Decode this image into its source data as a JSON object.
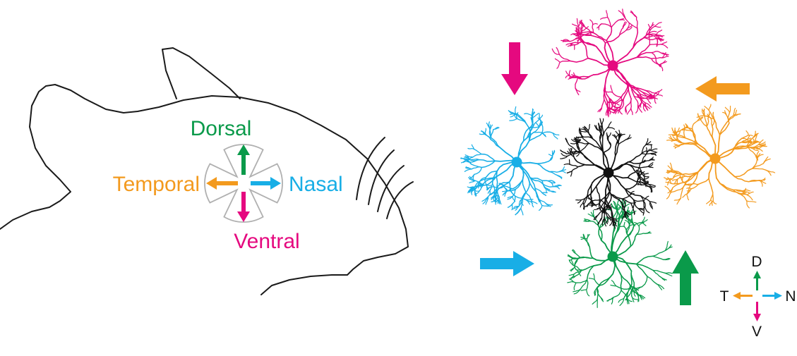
{
  "labels": {
    "dorsal": "Dorsal",
    "ventral": "Ventral",
    "temporal": "Temporal",
    "nasal": "Nasal"
  },
  "compass": {
    "d": "D",
    "v": "V",
    "t": "T",
    "n": "N"
  },
  "colors": {
    "dorsal": "#0a9a4a",
    "ventral": "#e5097f",
    "temporal": "#f39a1e",
    "nasal": "#18aee6",
    "center": "#111111",
    "outline": "#1a1a1a",
    "eye_outline": "#b0b0b0"
  },
  "cells": [
    {
      "id": "ventral-cell",
      "color_key": "ventral"
    },
    {
      "id": "nasal-cell",
      "color_key": "nasal"
    },
    {
      "id": "center-cell",
      "color_key": "center"
    },
    {
      "id": "temporal-cell",
      "color_key": "temporal"
    },
    {
      "id": "dorsal-cell",
      "color_key": "dorsal"
    }
  ],
  "icons": {
    "eye": "eye-outline-icon",
    "whiskers": "whiskers-icon"
  }
}
